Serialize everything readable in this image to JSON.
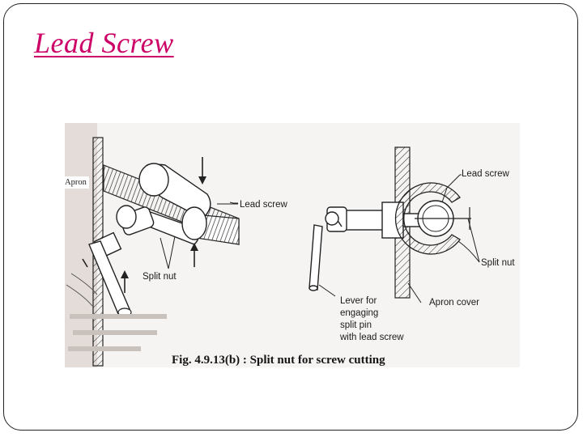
{
  "slide": {
    "title": "Lead Screw"
  },
  "figure": {
    "apron_tag": "Apron",
    "labels": {
      "lead_screw_left": "Lead screw",
      "split_nut_left": "Split nut",
      "lead_screw_right": "Lead screw",
      "split_nut_right": "Split nut",
      "apron_cover": "Apron cover",
      "lever_line1": "Lever for",
      "lever_line2": "engaging",
      "lever_line3": "split pin",
      "lever_line4": "with lead screw"
    },
    "caption": "Fig. 4.9.13(b) : Split nut for screw cutting"
  }
}
